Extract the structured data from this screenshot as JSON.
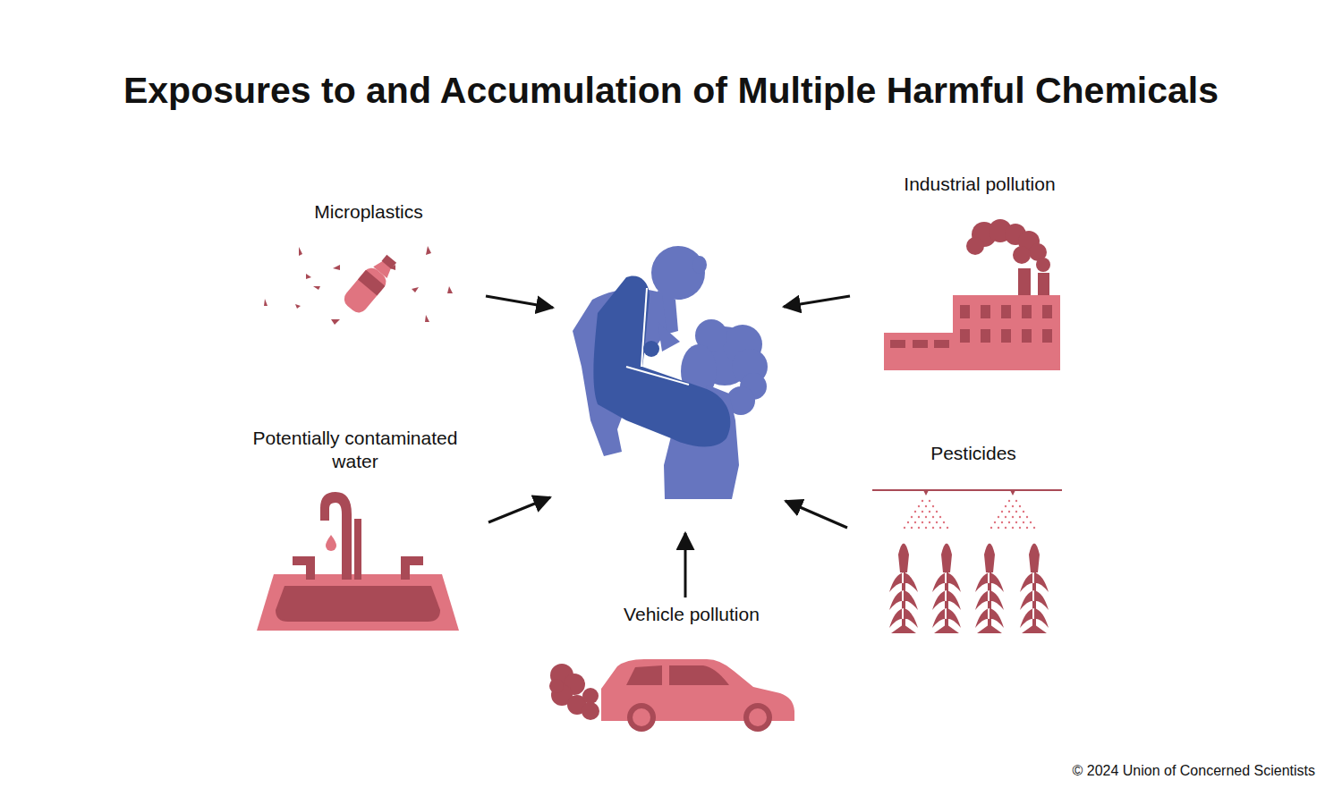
{
  "diagram": {
    "title": "Exposures to and Accumulation of Multiple Harmful Chemicals",
    "labels": [
      "Microplastics",
      "Industrial pollution",
      "Potentially contaminated water",
      "Pesticides",
      "Vehicle pollution",
      "© 2024 Union of Concerned Scientists"
    ]
  }
}
